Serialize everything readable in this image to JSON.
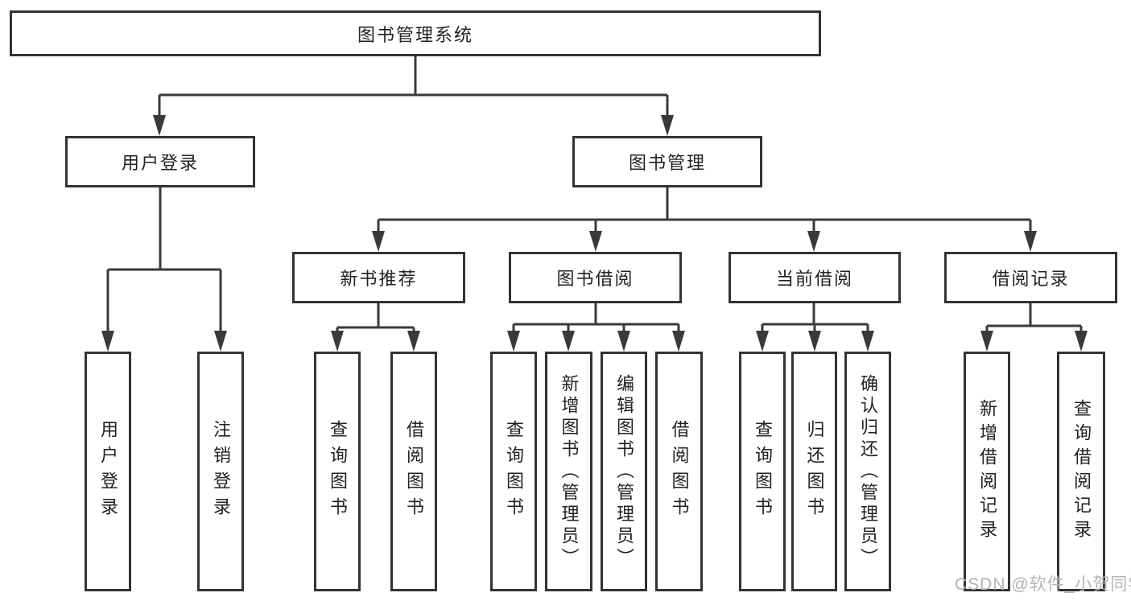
{
  "diagram": {
    "root": {
      "label": "图书管理系统"
    },
    "branches": [
      {
        "label": "用户登录",
        "children": [
          {
            "label": "用户登录"
          },
          {
            "label": "注销登录"
          }
        ]
      },
      {
        "label": "图书管理",
        "children": [
          {
            "label": "新书推荐",
            "children": [
              {
                "label": "查询图书"
              },
              {
                "label": "借阅图书"
              }
            ]
          },
          {
            "label": "图书借阅",
            "children": [
              {
                "label": "查询图书"
              },
              {
                "label": "新增图书（管理员）"
              },
              {
                "label": "编辑图书（管理员）"
              },
              {
                "label": "借阅图书"
              }
            ]
          },
          {
            "label": "当前借阅",
            "children": [
              {
                "label": "查询图书"
              },
              {
                "label": "归还图书"
              },
              {
                "label": "确认归还（管理员）"
              }
            ]
          },
          {
            "label": "借阅记录",
            "children": [
              {
                "label": "新增借阅记录"
              },
              {
                "label": "查询借阅记录"
              }
            ]
          }
        ]
      }
    ]
  },
  "watermark": "CSDN @软件_小贺同学",
  "colors": {
    "background": "#ffffff",
    "line": "#3a3a3a",
    "border": "#333333",
    "text": "#222222",
    "watermark": "#b3b3b3"
  }
}
